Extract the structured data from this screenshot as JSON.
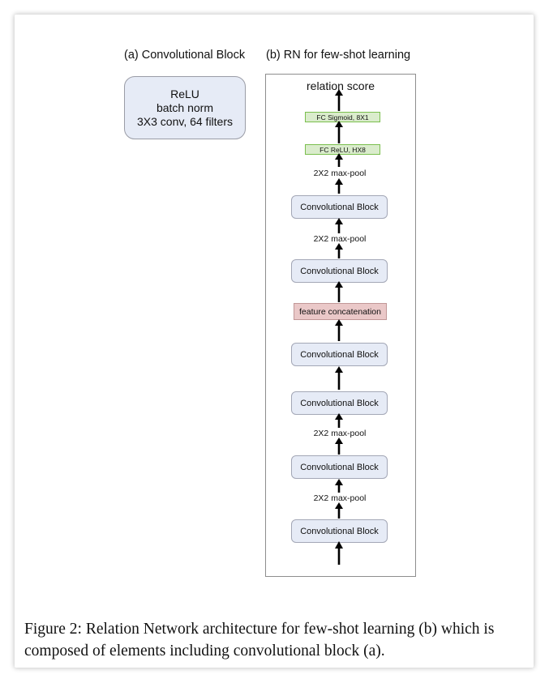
{
  "headings": {
    "a": "(a) Convolutional Block",
    "b": "(b) RN for few-shot learning"
  },
  "legend_block": {
    "lines": [
      "ReLU",
      "batch norm",
      "3X3 conv, 64 filters"
    ]
  },
  "network": {
    "output_label": "relation score",
    "fc_top": "FC Sigmoid,  8X1",
    "fc_bottom": "FC ReLU, HX8",
    "pool_labels": [
      "2X2 max-pool",
      "2X2 max-pool",
      "2X2 max-pool",
      "2X2 max-pool"
    ],
    "conv_labels": [
      "Convolutional Block",
      "Convolutional Block",
      "Convolutional Block",
      "Convolutional Block",
      "Convolutional Block",
      "Convolutional Block"
    ],
    "concat_label": "feature concatenation"
  },
  "caption": {
    "text": "Figure 2: Relation Network architecture for few-shot learning (b) which is composed of elements including convolutional block (a)."
  },
  "colors": {
    "conv_fill": "#e6ebf6",
    "fc_fill": "#daeccc",
    "fc_border": "#7bbf4e",
    "concat_fill": "#eac8c8"
  }
}
